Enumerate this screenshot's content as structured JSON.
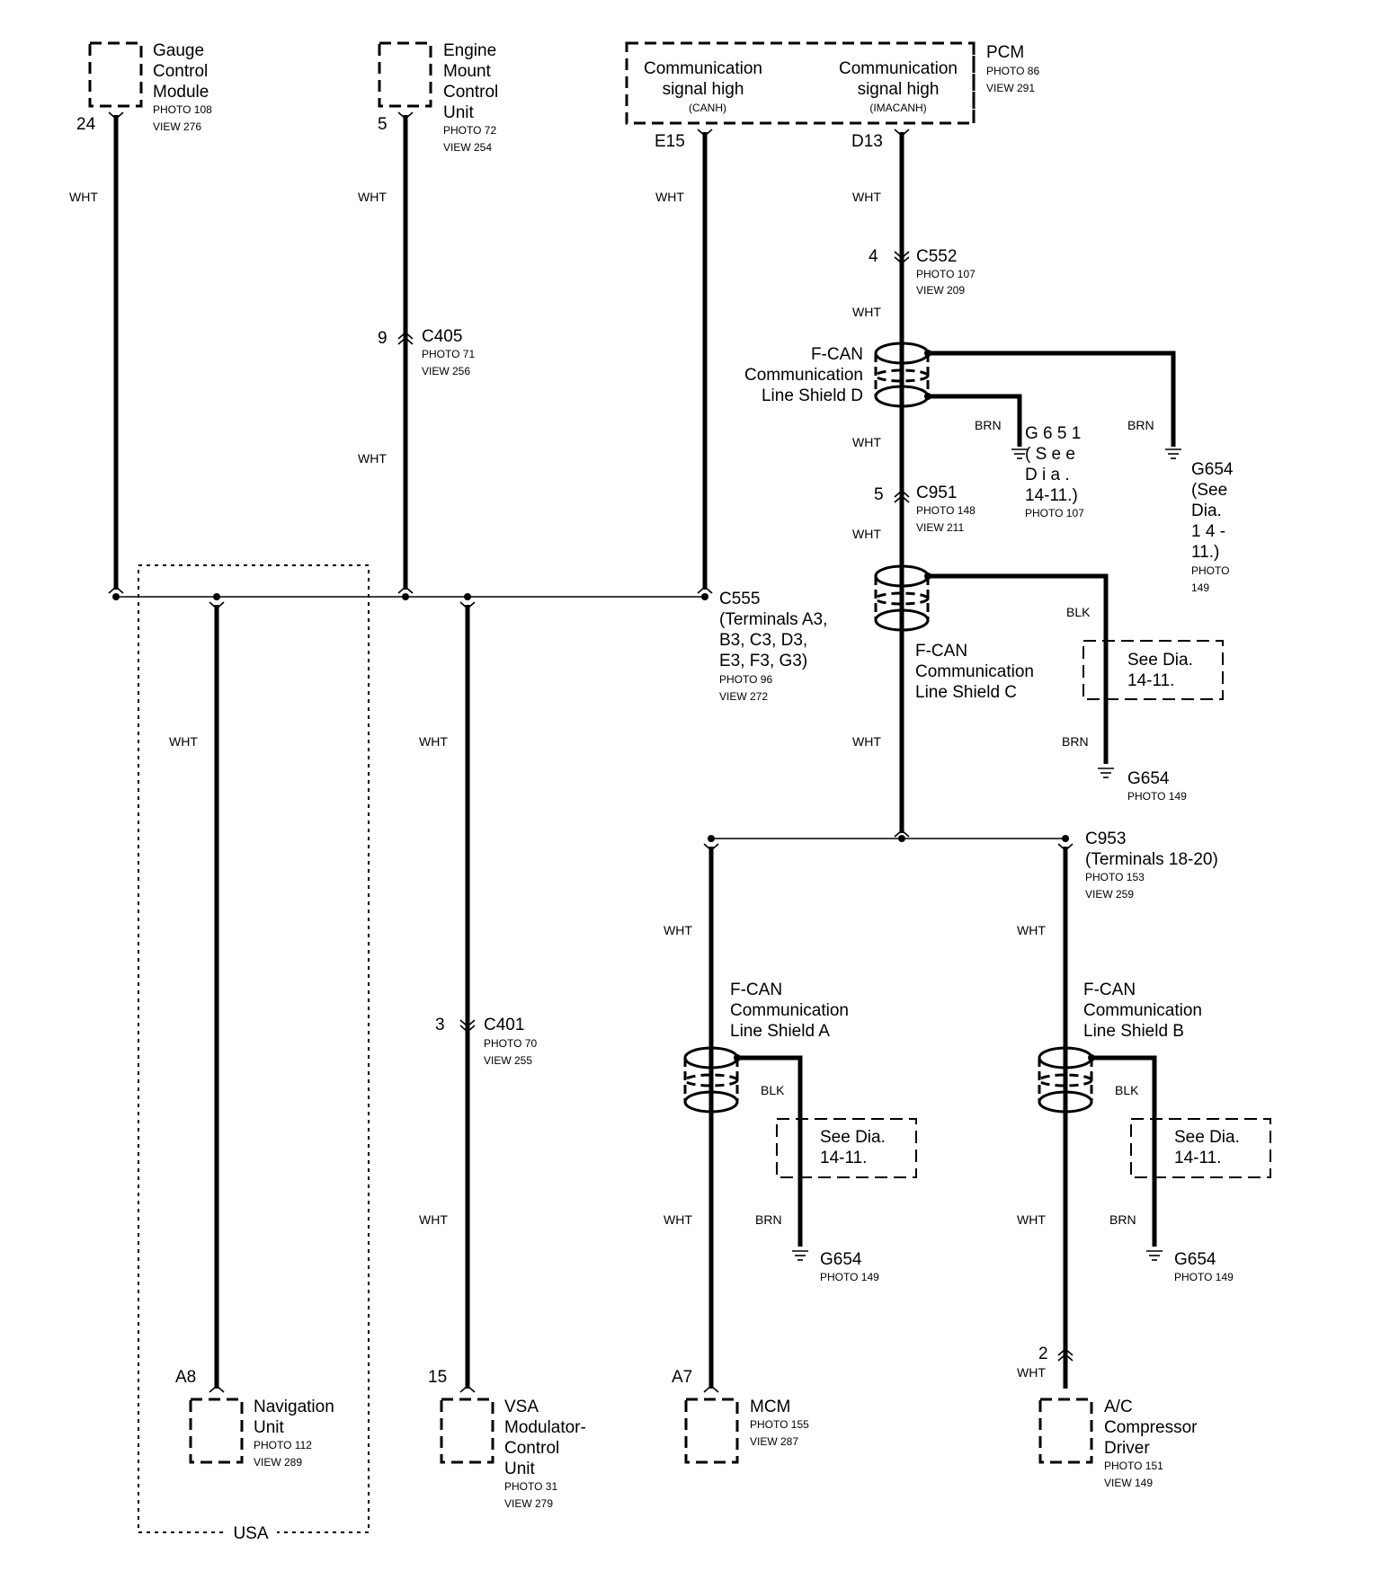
{
  "components": {
    "gcm": {
      "name": [
        "Gauge",
        "Control",
        "Module"
      ],
      "photo": "PHOTO 108",
      "view": "VIEW 276",
      "pin": "24"
    },
    "emcu": {
      "name": [
        "Engine",
        "Mount",
        "Control",
        "Unit"
      ],
      "photo": "PHOTO 72",
      "view": "VIEW 254",
      "pin": "5"
    },
    "pcm": {
      "name": "PCM",
      "photo": "PHOTO 86",
      "view": "VIEW 291",
      "sig1": [
        "Communication",
        "signal high",
        "(CANH)"
      ],
      "pin1": "E15",
      "sig2": [
        "Communication",
        "signal high",
        "(IMACANH)"
      ],
      "pin2": "D13"
    },
    "nav": {
      "name": [
        "Navigation",
        "Unit"
      ],
      "photo": "PHOTO 112",
      "view": "VIEW 289",
      "pin": "A8"
    },
    "vsa": {
      "name": [
        "VSA",
        "Modulator-",
        "Control",
        "Unit"
      ],
      "photo": "PHOTO 31",
      "view": "VIEW 279",
      "pin": "15"
    },
    "mcm": {
      "name": "MCM",
      "photo": "PHOTO 155",
      "view": "VIEW 287",
      "pin": "A7"
    },
    "acd": {
      "name": [
        "A/C",
        "Compressor",
        "Driver"
      ],
      "photo": "PHOTO 151",
      "view": "VIEW 149",
      "pin": "2"
    }
  },
  "connectors": {
    "c552": {
      "id": "C552",
      "pin": "4",
      "photo": "PHOTO 107",
      "view": "VIEW 209"
    },
    "c405": {
      "id": "C405",
      "pin": "9",
      "photo": "PHOTO 71",
      "view": "VIEW 256"
    },
    "c951": {
      "id": "C951",
      "pin": "5",
      "photo": "PHOTO 148",
      "view": "VIEW 211"
    },
    "c555": {
      "id": "C555",
      "lines": [
        "(Terminals A3,",
        "B3, C3, D3,",
        "E3, F3, G3)"
      ],
      "photo": "PHOTO 96",
      "view": "VIEW 272"
    },
    "c953": {
      "id": "C953",
      "lines": [
        "(Terminals 18-20)"
      ],
      "photo": "PHOTO 153",
      "view": "VIEW 259"
    },
    "c401": {
      "id": "C401",
      "pin": "3",
      "photo": "PHOTO 70",
      "view": "VIEW 255"
    }
  },
  "shields": {
    "d": [
      "F-CAN",
      "Communication",
      "Line Shield D"
    ],
    "c": [
      "F-CAN",
      "Communication",
      "Line Shield C"
    ],
    "a": [
      "F-CAN",
      "Communication",
      "Line Shield A"
    ],
    "b": [
      "F-CAN",
      "Communication",
      "Line Shield B"
    ]
  },
  "grounds": {
    "g651": {
      "lines": [
        "G 6 5 1",
        "( S e e",
        "D i a .",
        "14-11.)"
      ],
      "photo": "PHOTO 107"
    },
    "g654_top": {
      "lines": [
        "G654",
        "(See",
        "Dia.",
        "1 4 -",
        "11.)"
      ],
      "photo_lines": [
        "PHOTO",
        "149"
      ]
    },
    "g654": {
      "id": "G654",
      "photo": "PHOTO 149"
    }
  },
  "see_dia": [
    "See Dia.",
    "14-11."
  ],
  "wire_colors": {
    "wht": "WHT",
    "brn": "BRN",
    "blk": "BLK"
  },
  "region_label": "USA"
}
